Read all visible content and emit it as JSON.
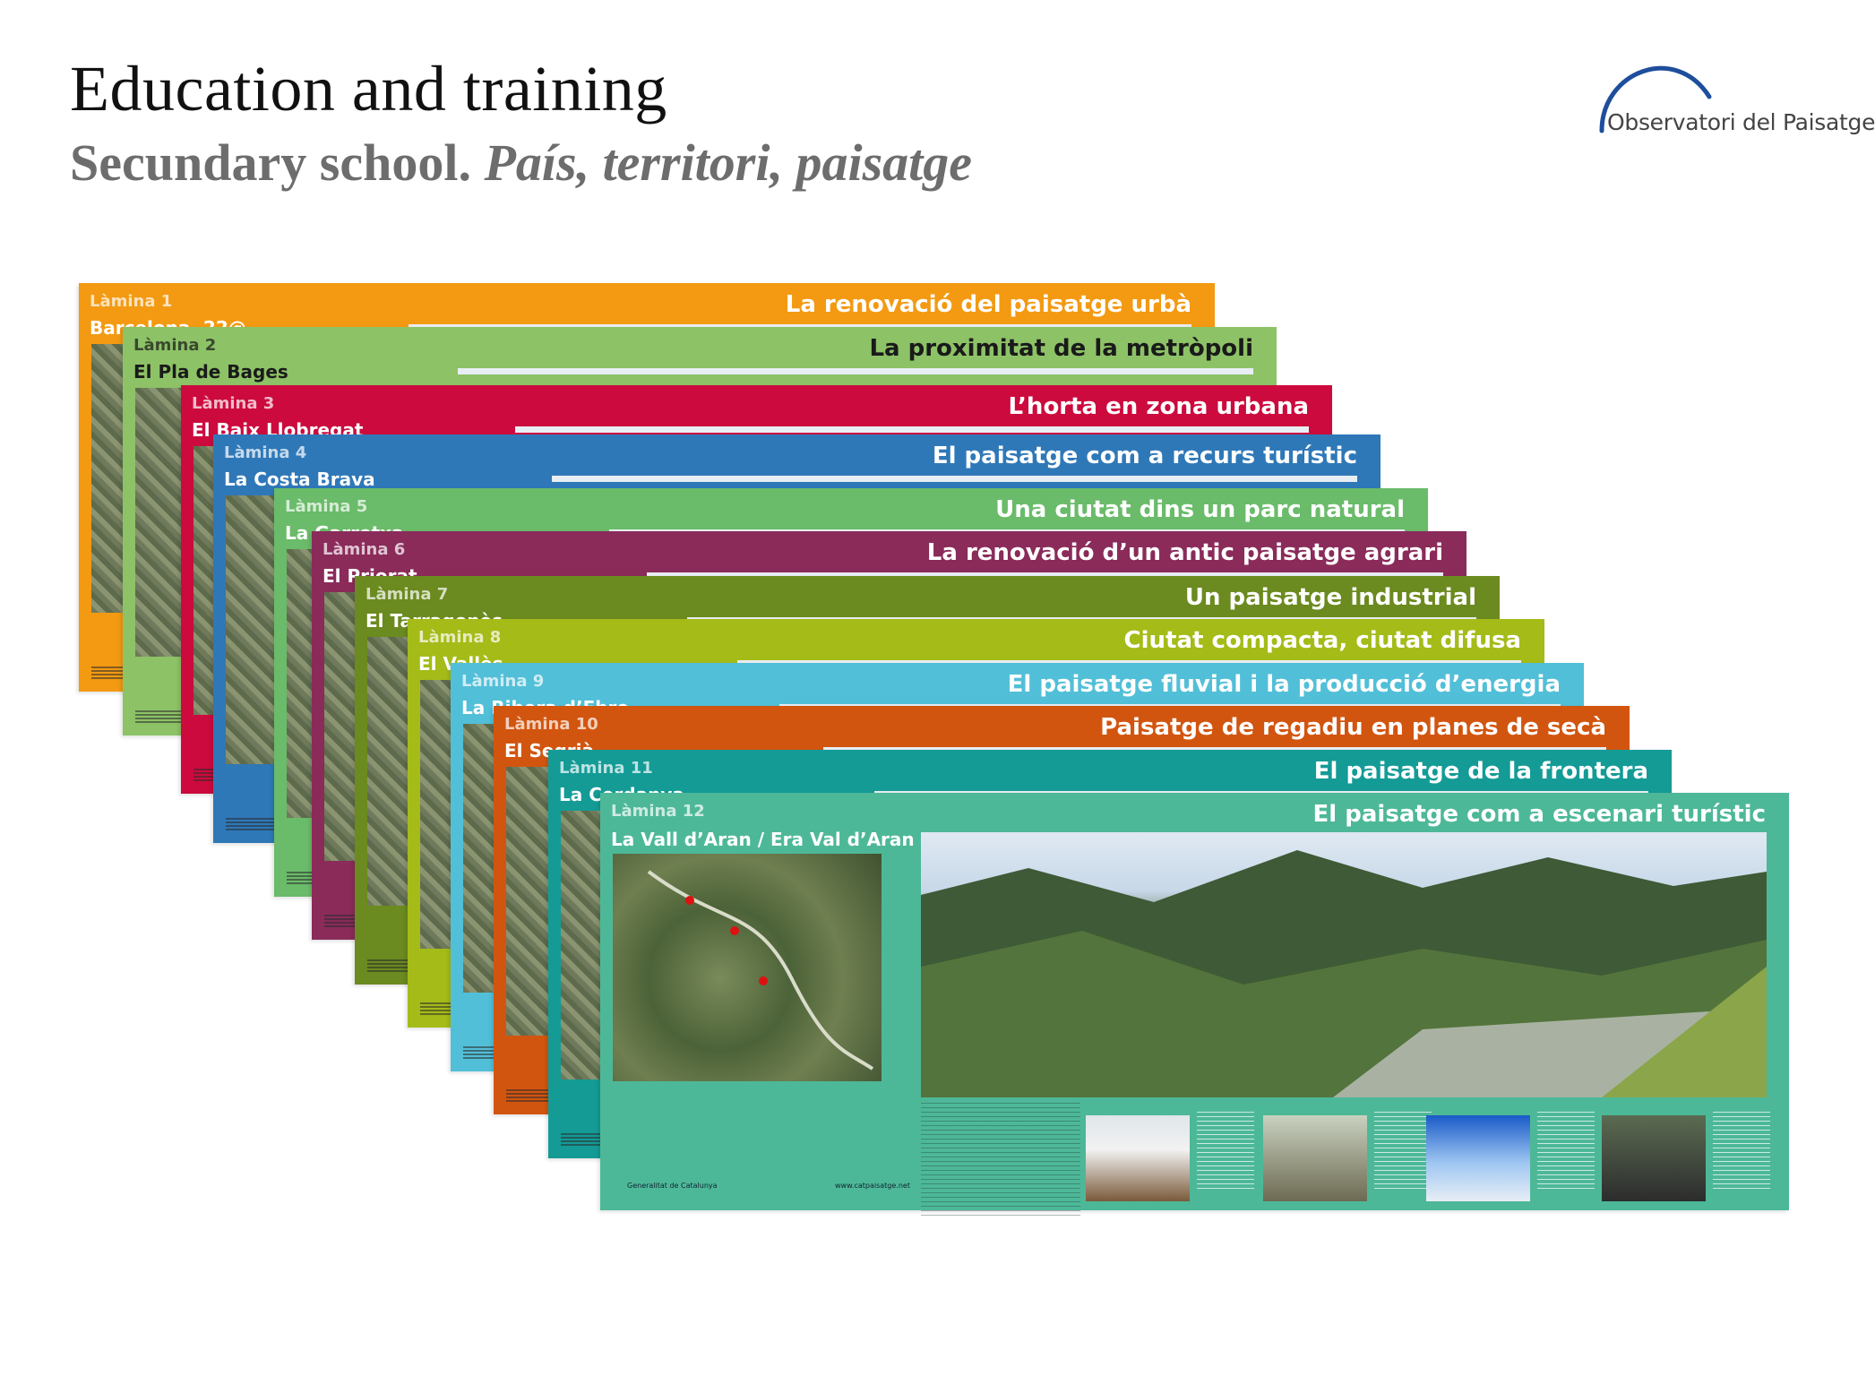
{
  "header": {
    "title": "Education and training",
    "subtitle_plain": "Secundary school.",
    "subtitle_italic": "País, territori, paisatge"
  },
  "logo": {
    "text": "Observatori del Paisatge",
    "color": "#1e4e9c"
  },
  "sheets": [
    {
      "number": "Làmina 1",
      "place": "Barcelona, 22@",
      "theme": "La renovació del paisatge urbà",
      "color": "#f39a12"
    },
    {
      "number": "Làmina 2",
      "place": "El Pla de Bages",
      "theme": "La proximitat de la metròpoli",
      "color": "#8dc266",
      "text_color": "#1a1a1a"
    },
    {
      "number": "Làmina 3",
      "place": "El Baix Llobregat",
      "theme": "L’horta en zona urbana",
      "color": "#cc0a3e"
    },
    {
      "number": "Làmina 4",
      "place": "La Costa Brava",
      "theme": "El paisatge com a recurs turístic",
      "color": "#2f78b8"
    },
    {
      "number": "Làmina 5",
      "place": "La Garrotxa",
      "theme": "Una ciutat dins un parc natural",
      "color": "#6abb6a"
    },
    {
      "number": "Làmina 6",
      "place": "El Priorat",
      "theme": "La renovació d’un antic paisatge agrari",
      "color": "#8a2b5a"
    },
    {
      "number": "Làmina 7",
      "place": "El Tarragonès",
      "theme": "Un paisatge industrial",
      "color": "#6b8a1f"
    },
    {
      "number": "Làmina 8",
      "place": "El Vallès",
      "theme": "Ciutat compacta, ciutat difusa",
      "color": "#a5bb18"
    },
    {
      "number": "Làmina 9",
      "place": "La Ribera d’Ebre",
      "theme": "El paisatge fluvial i la producció d’energia",
      "color": "#52bfd8"
    },
    {
      "number": "Làmina 10",
      "place": "El Segrià",
      "theme": "Paisatge de regadiu en planes de secà",
      "color": "#d2550f"
    },
    {
      "number": "Làmina 11",
      "place": "La Cerdanya",
      "theme": "El paisatge de la frontera",
      "color": "#149b96"
    },
    {
      "number": "Làmina 12",
      "place": "La Vall d’Aran / Era Val d’Aran",
      "theme": "El paisatge com a escenari turístic",
      "color": "#4db898"
    }
  ],
  "sheet12_footer": {
    "org": "Generalitat de Catalunya",
    "url": "www.catpaisatge.net"
  }
}
